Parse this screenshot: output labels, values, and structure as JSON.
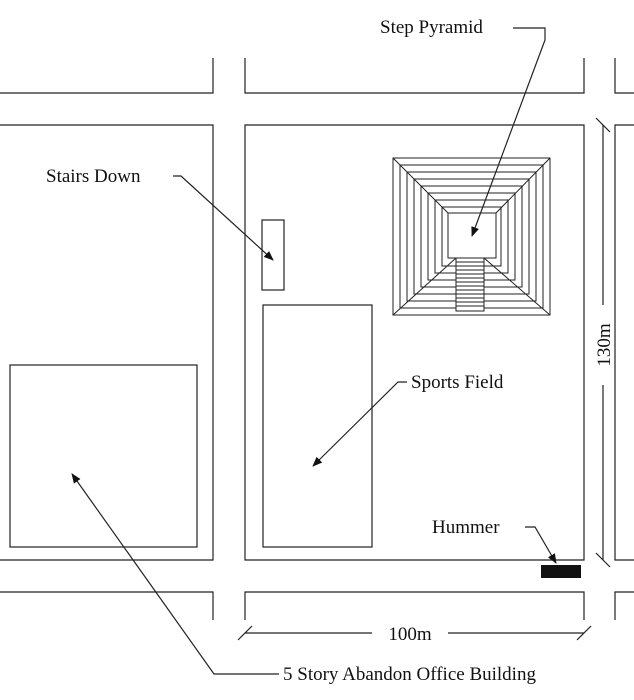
{
  "labels": {
    "step_pyramid": "Step Pyramid",
    "stairs_down": "Stairs Down",
    "sports_field": "Sports Field",
    "hummer": "Hummer",
    "office_building": "5 Story Abandon Office Building"
  },
  "dimensions": {
    "width": "100m",
    "height": "130m"
  }
}
